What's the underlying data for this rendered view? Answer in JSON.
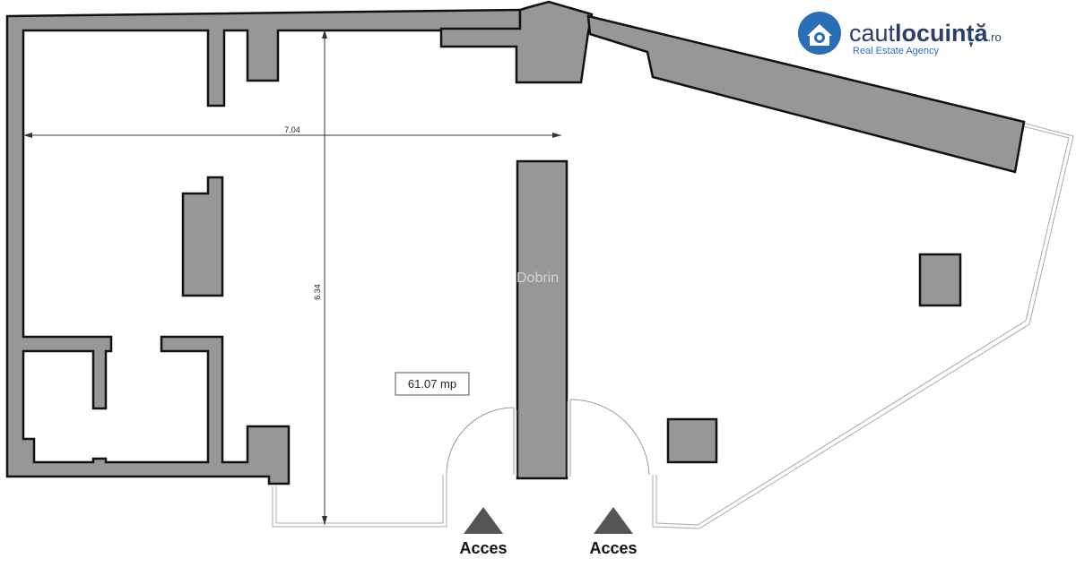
{
  "logo": {
    "name_light": "caut",
    "name_bold": "locuință",
    "suffix": ".ro",
    "tagline": "Real Estate Agency",
    "icon": "house-location-icon",
    "colors": {
      "primary": "#2a6fb6",
      "dark": "#2a3f6d"
    }
  },
  "plan": {
    "area_label": "61.07 mp",
    "dimension_width": "7.04",
    "dimension_height": "6.34",
    "watermark": "Dobrin",
    "access_labels": [
      "Acces",
      "Acces"
    ],
    "colors": {
      "wall": "#979797",
      "wall_outline": "#111111",
      "background": "#ffffff"
    }
  }
}
